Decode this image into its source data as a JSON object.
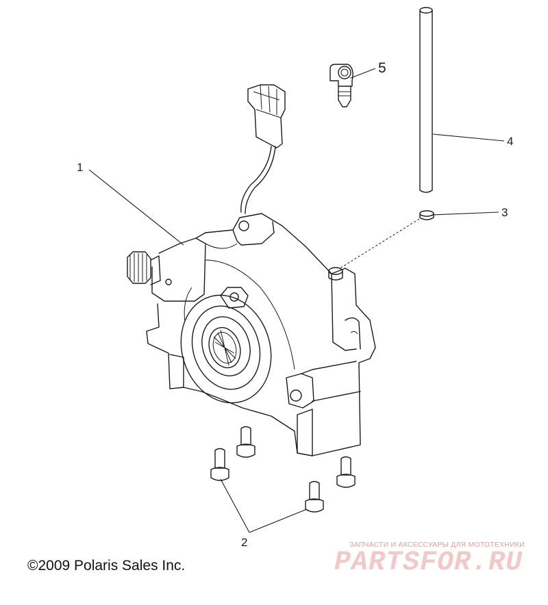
{
  "callouts": [
    {
      "id": "1",
      "label": "1"
    },
    {
      "id": "2",
      "label": "2"
    },
    {
      "id": "3",
      "label": "3"
    },
    {
      "id": "4",
      "label": "4"
    },
    {
      "id": "5",
      "label": "5"
    }
  ],
  "copyright": "©2009 Polaris Sales Inc.",
  "watermark": {
    "tagline": "ЗАПЧАСТИ И АКСЕССУАРЫ ДЛЯ МОТОТЕХНИКИ",
    "logo": "PARTSFOR.RU",
    "color": "#e8a0a0"
  }
}
